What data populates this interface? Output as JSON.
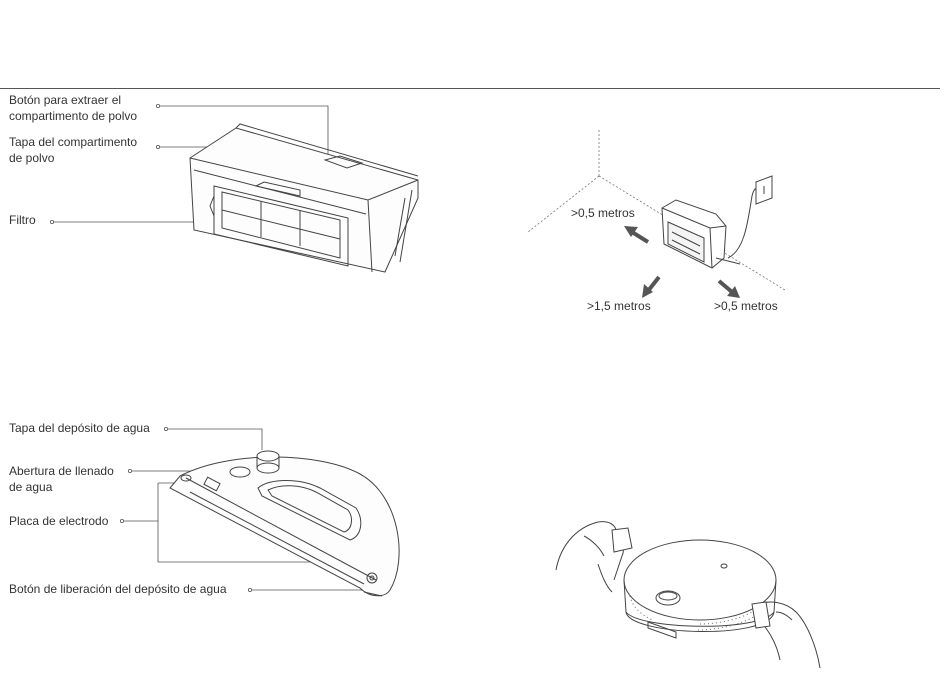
{
  "dustbin": {
    "labels": [
      "Botón para extraer el\ncompartimento de polvo",
      "Tapa del compartimento\nde polvo",
      "Filtro"
    ]
  },
  "dock": {
    "distances": {
      "back": ">0,5 metros",
      "front": ">1,5 metros",
      "side": ">0,5 metros"
    }
  },
  "tank": {
    "labels": [
      "Tapa del depósito de agua",
      "Abertura de llenado\nde agua",
      "Placa de electrodo",
      "Botón de liberación del depósito de agua"
    ]
  }
}
